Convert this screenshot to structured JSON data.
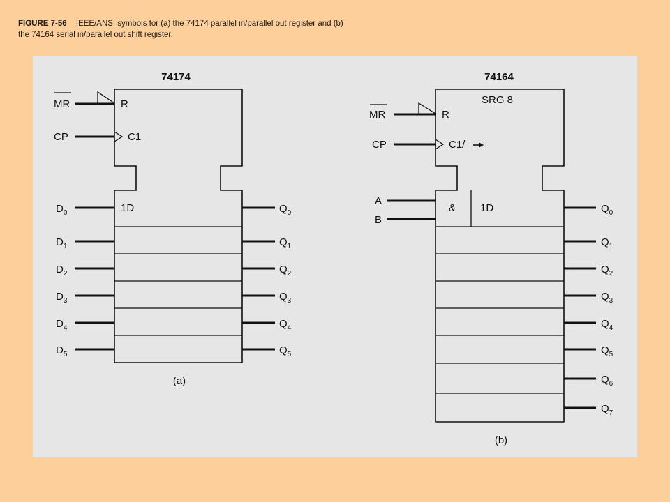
{
  "figure": {
    "label": "FIGURE 7-56",
    "caption": "IEEE/ANSI symbols for (a) the 74174 parallel in/parallel out register and (b) the 74164 serial in/parallel out shift register."
  },
  "colors": {
    "background": "#fccf9b",
    "panel": "#e6e6e6",
    "ink": "#111111"
  },
  "diagram_a": {
    "title": "74174",
    "control_inputs": [
      "MR",
      "CP"
    ],
    "control_labels": [
      "R",
      "C1"
    ],
    "first_stage_label": "1D",
    "inputs": [
      {
        "main": "D",
        "sub": "0"
      },
      {
        "main": "D",
        "sub": "1"
      },
      {
        "main": "D",
        "sub": "2"
      },
      {
        "main": "D",
        "sub": "3"
      },
      {
        "main": "D",
        "sub": "4"
      },
      {
        "main": "D",
        "sub": "5"
      }
    ],
    "outputs": [
      {
        "main": "Q",
        "sub": "0"
      },
      {
        "main": "Q",
        "sub": "1"
      },
      {
        "main": "Q",
        "sub": "2"
      },
      {
        "main": "Q",
        "sub": "3"
      },
      {
        "main": "Q",
        "sub": "4"
      },
      {
        "main": "Q",
        "sub": "5"
      }
    ],
    "part_label": "(a)"
  },
  "diagram_b": {
    "title": "74164",
    "function_label": "SRG 8",
    "control_inputs": [
      "MR",
      "CP"
    ],
    "control_labels": [
      "R",
      "C1/"
    ],
    "serial_inputs": [
      "A",
      "B"
    ],
    "and_label": "&",
    "first_stage_label": "1D",
    "outputs": [
      {
        "main": "Q",
        "sub": "0"
      },
      {
        "main": "Q",
        "sub": "1"
      },
      {
        "main": "Q",
        "sub": "2"
      },
      {
        "main": "Q",
        "sub": "3"
      },
      {
        "main": "Q",
        "sub": "4"
      },
      {
        "main": "Q",
        "sub": "5"
      },
      {
        "main": "Q",
        "sub": "6"
      },
      {
        "main": "Q",
        "sub": "7"
      }
    ],
    "part_label": "(b)"
  }
}
